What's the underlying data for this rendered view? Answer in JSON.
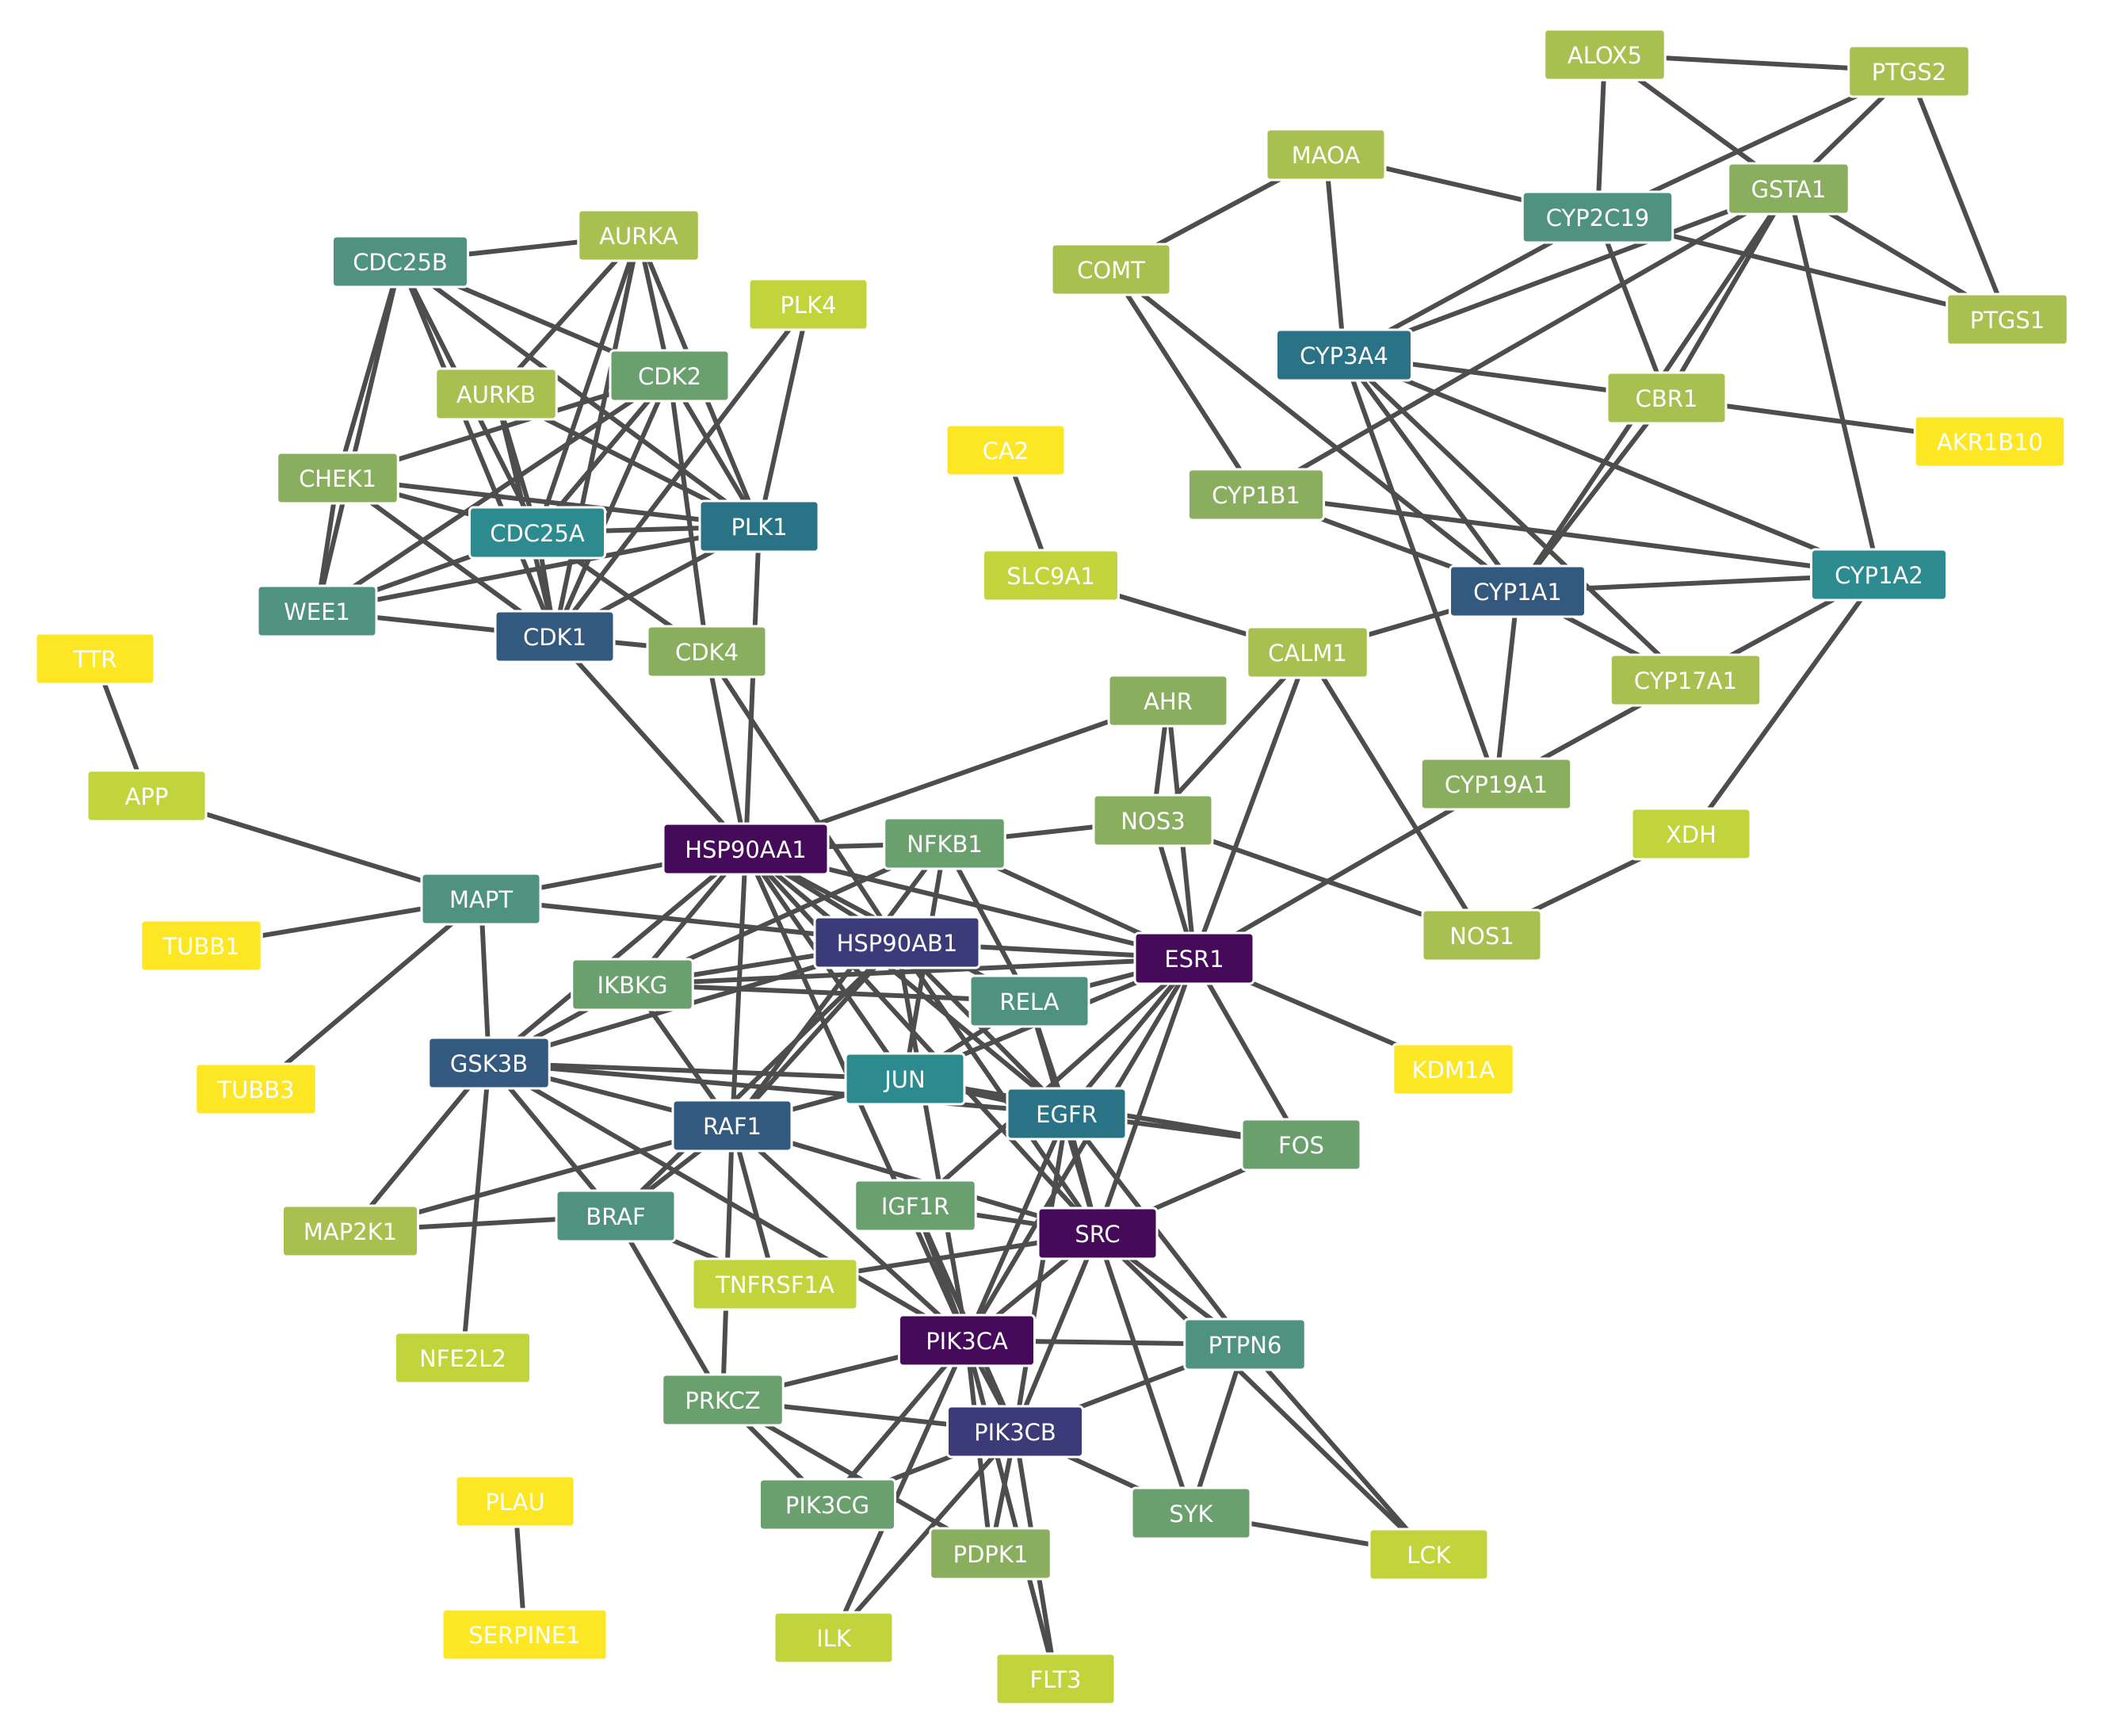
{
  "palette": {
    "edge": "#4d4d4d",
    "label": "#ffffff",
    "degree_scale": [
      "#fde725",
      "#dde318",
      "#c2d43c",
      "#a8c04f",
      "#88ae5e",
      "#6a9f6e",
      "#4f9280",
      "#2d8a8f",
      "#2a7386",
      "#33597e",
      "#3b3b7a",
      "#450a5a"
    ]
  },
  "nodes": [
    {
      "id": "ALOX5",
      "label": "ALOX5",
      "color": "#a8c04f"
    },
    {
      "id": "PTGS2",
      "label": "PTGS2",
      "color": "#a8c04f"
    },
    {
      "id": "MAOA",
      "label": "MAOA",
      "color": "#a8c04f"
    },
    {
      "id": "GSTA1",
      "label": "GSTA1",
      "color": "#88ae5e"
    },
    {
      "id": "CYP2C19",
      "label": "CYP2C19",
      "color": "#4f9280"
    },
    {
      "id": "COMT",
      "label": "COMT",
      "color": "#a8c04f"
    },
    {
      "id": "PTGS1",
      "label": "PTGS1",
      "color": "#a8c04f"
    },
    {
      "id": "CYP3A4",
      "label": "CYP3A4",
      "color": "#2a7386"
    },
    {
      "id": "CBR1",
      "label": "CBR1",
      "color": "#a8c04f"
    },
    {
      "id": "AKR1B10",
      "label": "AKR1B10",
      "color": "#fde725"
    },
    {
      "id": "CYP1B1",
      "label": "CYP1B1",
      "color": "#88ae5e"
    },
    {
      "id": "CYP1A2",
      "label": "CYP1A2",
      "color": "#2d8a8f"
    },
    {
      "id": "CYP1A1",
      "label": "CYP1A1",
      "color": "#33597e"
    },
    {
      "id": "CYP17A1",
      "label": "CYP17A1",
      "color": "#a8c04f"
    },
    {
      "id": "CALM1",
      "label": "CALM1",
      "color": "#a8c04f"
    },
    {
      "id": "CYP19A1",
      "label": "CYP19A1",
      "color": "#88ae5e"
    },
    {
      "id": "XDH",
      "label": "XDH",
      "color": "#c2d43c"
    },
    {
      "id": "NOS1",
      "label": "NOS1",
      "color": "#a8c04f"
    },
    {
      "id": "KDM1A",
      "label": "KDM1A",
      "color": "#fde725"
    },
    {
      "id": "CA2",
      "label": "CA2",
      "color": "#fde725"
    },
    {
      "id": "SLC9A1",
      "label": "SLC9A1",
      "color": "#c2d43c"
    },
    {
      "id": "AHR",
      "label": "AHR",
      "color": "#88ae5e"
    },
    {
      "id": "NOS3",
      "label": "NOS3",
      "color": "#88ae5e"
    },
    {
      "id": "CDC25B",
      "label": "CDC25B",
      "color": "#4f9280"
    },
    {
      "id": "AURKA",
      "label": "AURKA",
      "color": "#a8c04f"
    },
    {
      "id": "PLK4",
      "label": "PLK4",
      "color": "#c2d43c"
    },
    {
      "id": "AURKB",
      "label": "AURKB",
      "color": "#a8c04f"
    },
    {
      "id": "CDK2",
      "label": "CDK2",
      "color": "#6a9f6e"
    },
    {
      "id": "CHEK1",
      "label": "CHEK1",
      "color": "#88ae5e"
    },
    {
      "id": "CDC25A",
      "label": "CDC25A",
      "color": "#2d8a8f"
    },
    {
      "id": "PLK1",
      "label": "PLK1",
      "color": "#2a7386"
    },
    {
      "id": "WEE1",
      "label": "WEE1",
      "color": "#4f9280"
    },
    {
      "id": "CDK1",
      "label": "CDK1",
      "color": "#33597e"
    },
    {
      "id": "CDK4",
      "label": "CDK4",
      "color": "#88ae5e"
    },
    {
      "id": "TTR",
      "label": "TTR",
      "color": "#fde725"
    },
    {
      "id": "APP",
      "label": "APP",
      "color": "#c2d43c"
    },
    {
      "id": "HSP90AA1",
      "label": "HSP90AA1",
      "color": "#450a5a"
    },
    {
      "id": "NFKB1",
      "label": "NFKB1",
      "color": "#6a9f6e"
    },
    {
      "id": "MAPT",
      "label": "MAPT",
      "color": "#4f9280"
    },
    {
      "id": "TUBB1",
      "label": "TUBB1",
      "color": "#fde725"
    },
    {
      "id": "HSP90AB1",
      "label": "HSP90AB1",
      "color": "#3b3b7a"
    },
    {
      "id": "ESR1",
      "label": "ESR1",
      "color": "#450a5a"
    },
    {
      "id": "IKBKG",
      "label": "IKBKG",
      "color": "#6a9f6e"
    },
    {
      "id": "RELA",
      "label": "RELA",
      "color": "#4f9280"
    },
    {
      "id": "TUBB3",
      "label": "TUBB3",
      "color": "#fde725"
    },
    {
      "id": "GSK3B",
      "label": "GSK3B",
      "color": "#33597e"
    },
    {
      "id": "JUN",
      "label": "JUN",
      "color": "#2d8a8f"
    },
    {
      "id": "EGFR",
      "label": "EGFR",
      "color": "#2a7386"
    },
    {
      "id": "RAF1",
      "label": "RAF1",
      "color": "#33597e"
    },
    {
      "id": "FOS",
      "label": "FOS",
      "color": "#6a9f6e"
    },
    {
      "id": "MAP2K1",
      "label": "MAP2K1",
      "color": "#a8c04f"
    },
    {
      "id": "BRAF",
      "label": "BRAF",
      "color": "#4f9280"
    },
    {
      "id": "IGF1R",
      "label": "IGF1R",
      "color": "#6a9f6e"
    },
    {
      "id": "SRC",
      "label": "SRC",
      "color": "#450a5a"
    },
    {
      "id": "TNFRSF1A",
      "label": "TNFRSF1A",
      "color": "#c2d43c"
    },
    {
      "id": "NFE2L2",
      "label": "NFE2L2",
      "color": "#c2d43c"
    },
    {
      "id": "PIK3CA",
      "label": "PIK3CA",
      "color": "#450a5a"
    },
    {
      "id": "PTPN6",
      "label": "PTPN6",
      "color": "#4f9280"
    },
    {
      "id": "PRKCZ",
      "label": "PRKCZ",
      "color": "#6a9f6e"
    },
    {
      "id": "PIK3CB",
      "label": "PIK3CB",
      "color": "#3b3b7a"
    },
    {
      "id": "PLAU",
      "label": "PLAU",
      "color": "#fde725"
    },
    {
      "id": "PIK3CG",
      "label": "PIK3CG",
      "color": "#6a9f6e"
    },
    {
      "id": "SYK",
      "label": "SYK",
      "color": "#6a9f6e"
    },
    {
      "id": "PDPK1",
      "label": "PDPK1",
      "color": "#88ae5e"
    },
    {
      "id": "LCK",
      "label": "LCK",
      "color": "#c2d43c"
    },
    {
      "id": "SERPINE1",
      "label": "SERPINE1",
      "color": "#fde725"
    },
    {
      "id": "ILK",
      "label": "ILK",
      "color": "#c2d43c"
    },
    {
      "id": "FLT3",
      "label": "FLT3",
      "color": "#c2d43c"
    }
  ],
  "edges": [
    [
      "ALOX5",
      "PTGS2"
    ],
    [
      "ALOX5",
      "CYP2C19"
    ],
    [
      "ALOX5",
      "GSTA1"
    ],
    [
      "PTGS2",
      "PTGS1"
    ],
    [
      "PTGS2",
      "CYP2C19"
    ],
    [
      "PTGS2",
      "GSTA1"
    ],
    [
      "MAOA",
      "COMT"
    ],
    [
      "MAOA",
      "CYP2C19"
    ],
    [
      "MAOA",
      "CYP3A4"
    ],
    [
      "CYP2C19",
      "PTGS1"
    ],
    [
      "CYP2C19",
      "CBR1"
    ],
    [
      "CYP2C19",
      "CYP3A4"
    ],
    [
      "GSTA1",
      "PTGS1"
    ],
    [
      "GSTA1",
      "CYP3A4"
    ],
    [
      "GSTA1",
      "CYP1A2"
    ],
    [
      "GSTA1",
      "CYP1B1"
    ],
    [
      "GSTA1",
      "CYP1A1"
    ],
    [
      "GSTA1",
      "CBR1"
    ],
    [
      "COMT",
      "CYP1B1"
    ],
    [
      "COMT",
      "CYP1A1"
    ],
    [
      "CYP3A4",
      "CBR1"
    ],
    [
      "CYP3A4",
      "CYP1A1"
    ],
    [
      "CYP3A4",
      "CYP1A2"
    ],
    [
      "CYP3A4",
      "CYP19A1"
    ],
    [
      "CYP3A4",
      "CYP17A1"
    ],
    [
      "CBR1",
      "AKR1B10"
    ],
    [
      "CBR1",
      "CYP1A1"
    ],
    [
      "CYP1B1",
      "CYP1A1"
    ],
    [
      "CYP1B1",
      "CYP1A2"
    ],
    [
      "CYP1A1",
      "CYP1A2"
    ],
    [
      "CYP1A1",
      "CYP17A1"
    ],
    [
      "CYP1A1",
      "CYP19A1"
    ],
    [
      "CYP1A1",
      "CALM1"
    ],
    [
      "CYP1A2",
      "CYP17A1"
    ],
    [
      "CYP1A2",
      "XDH"
    ],
    [
      "CYP17A1",
      "CYP19A1"
    ],
    [
      "CYP19A1",
      "ESR1"
    ],
    [
      "XDH",
      "NOS1"
    ],
    [
      "CA2",
      "SLC9A1"
    ],
    [
      "SLC9A1",
      "CALM1"
    ],
    [
      "CALM1",
      "NOS3"
    ],
    [
      "CALM1",
      "NOS1"
    ],
    [
      "CALM1",
      "ESR1"
    ],
    [
      "AHR",
      "HSP90AA1"
    ],
    [
      "AHR",
      "NOS3"
    ],
    [
      "AHR",
      "ESR1"
    ],
    [
      "NOS3",
      "NFKB1"
    ],
    [
      "NOS3",
      "ESR1"
    ],
    [
      "NOS3",
      "NOS1"
    ],
    [
      "CDC25B",
      "AURKA"
    ],
    [
      "CDC25B",
      "CDK2"
    ],
    [
      "CDC25B",
      "CDC25A"
    ],
    [
      "CDC25B",
      "CDK1"
    ],
    [
      "CDC25B",
      "WEE1"
    ],
    [
      "CDC25B",
      "CHEK1"
    ],
    [
      "CDC25B",
      "PLK1"
    ],
    [
      "AURKA",
      "AURKB"
    ],
    [
      "AURKA",
      "CDK2"
    ],
    [
      "AURKA",
      "CDC25A"
    ],
    [
      "AURKA",
      "CDK1"
    ],
    [
      "AURKA",
      "PLK1"
    ],
    [
      "PLK4",
      "PLK1"
    ],
    [
      "PLK4",
      "CDK1"
    ],
    [
      "AURKB",
      "CDC25A"
    ],
    [
      "AURKB",
      "CDK1"
    ],
    [
      "AURKB",
      "PLK1"
    ],
    [
      "CDK2",
      "CDC25A"
    ],
    [
      "CDK2",
      "CDK1"
    ],
    [
      "CDK2",
      "PLK1"
    ],
    [
      "CDK2",
      "WEE1"
    ],
    [
      "CDK2",
      "CDK4"
    ],
    [
      "CDK2",
      "CHEK1"
    ],
    [
      "CHEK1",
      "CDC25A"
    ],
    [
      "CHEK1",
      "CDK1"
    ],
    [
      "CHEK1",
      "WEE1"
    ],
    [
      "CHEK1",
      "PLK1"
    ],
    [
      "CDC25A",
      "PLK1"
    ],
    [
      "CDC25A",
      "CDK1"
    ],
    [
      "CDC25A",
      "WEE1"
    ],
    [
      "CDC25A",
      "CDK4"
    ],
    [
      "CDC25A",
      "CDK2"
    ],
    [
      "PLK1",
      "CDK1"
    ],
    [
      "PLK1",
      "WEE1"
    ],
    [
      "PLK1",
      "HSP90AA1"
    ],
    [
      "WEE1",
      "CDK1"
    ],
    [
      "CDK1",
      "HSP90AA1"
    ],
    [
      "CDK1",
      "CDK4"
    ],
    [
      "CDK4",
      "HSP90AA1"
    ],
    [
      "CDK4",
      "HSP90AB1"
    ],
    [
      "TTR",
      "APP"
    ],
    [
      "APP",
      "MAPT"
    ],
    [
      "MAPT",
      "TUBB1"
    ],
    [
      "MAPT",
      "TUBB3"
    ],
    [
      "MAPT",
      "HSP90AA1"
    ],
    [
      "MAPT",
      "GSK3B"
    ],
    [
      "MAPT",
      "HSP90AB1"
    ],
    [
      "HSP90AA1",
      "NFKB1"
    ],
    [
      "HSP90AA1",
      "HSP90AB1"
    ],
    [
      "HSP90AA1",
      "ESR1"
    ],
    [
      "HSP90AA1",
      "IKBKG"
    ],
    [
      "HSP90AA1",
      "GSK3B"
    ],
    [
      "HSP90AA1",
      "RAF1"
    ],
    [
      "HSP90AA1",
      "JUN"
    ],
    [
      "HSP90AA1",
      "EGFR"
    ],
    [
      "HSP90AA1",
      "SRC"
    ],
    [
      "HSP90AA1",
      "PIK3CA"
    ],
    [
      "HSP90AA1",
      "RELA"
    ],
    [
      "NFKB1",
      "RELA"
    ],
    [
      "NFKB1",
      "IKBKG"
    ],
    [
      "NFKB1",
      "ESR1"
    ],
    [
      "NFKB1",
      "JUN"
    ],
    [
      "NFKB1",
      "RAF1"
    ],
    [
      "HSP90AB1",
      "IKBKG"
    ],
    [
      "HSP90AB1",
      "RAF1"
    ],
    [
      "HSP90AB1",
      "GSK3B"
    ],
    [
      "HSP90AB1",
      "ESR1"
    ],
    [
      "HSP90AB1",
      "EGFR"
    ],
    [
      "HSP90AB1",
      "SRC"
    ],
    [
      "HSP90AB1",
      "PIK3CA"
    ],
    [
      "HSP90AB1",
      "BRAF"
    ],
    [
      "ESR1",
      "RELA"
    ],
    [
      "ESR1",
      "IKBKG"
    ],
    [
      "ESR1",
      "JUN"
    ],
    [
      "ESR1",
      "EGFR"
    ],
    [
      "ESR1",
      "FOS"
    ],
    [
      "ESR1",
      "SRC"
    ],
    [
      "ESR1",
      "PIK3CA"
    ],
    [
      "ESR1",
      "KDM1A"
    ],
    [
      "ESR1",
      "IGF1R"
    ],
    [
      "IKBKG",
      "RELA"
    ],
    [
      "IKBKG",
      "GSK3B"
    ],
    [
      "IKBKG",
      "RAF1"
    ],
    [
      "RELA",
      "JUN"
    ],
    [
      "RELA",
      "EGFR"
    ],
    [
      "RELA",
      "SRC"
    ],
    [
      "GSK3B",
      "JUN"
    ],
    [
      "GSK3B",
      "RAF1"
    ],
    [
      "GSK3B",
      "BRAF"
    ],
    [
      "GSK3B",
      "MAP2K1"
    ],
    [
      "GSK3B",
      "NFE2L2"
    ],
    [
      "GSK3B",
      "EGFR"
    ],
    [
      "GSK3B",
      "PIK3CA"
    ],
    [
      "JUN",
      "EGFR"
    ],
    [
      "JUN",
      "FOS"
    ],
    [
      "JUN",
      "RAF1"
    ],
    [
      "EGFR",
      "SRC"
    ],
    [
      "EGFR",
      "FOS"
    ],
    [
      "EGFR",
      "PIK3CA"
    ],
    [
      "EGFR",
      "PIK3CB"
    ],
    [
      "EGFR",
      "PTPN6"
    ],
    [
      "RAF1",
      "BRAF"
    ],
    [
      "RAF1",
      "MAP2K1"
    ],
    [
      "RAF1",
      "SRC"
    ],
    [
      "RAF1",
      "PIK3CA"
    ],
    [
      "RAF1",
      "TNFRSF1A"
    ],
    [
      "RAF1",
      "PRKCZ"
    ],
    [
      "BRAF",
      "MAP2K1"
    ],
    [
      "BRAF",
      "PRKCZ"
    ],
    [
      "BRAF",
      "TNFRSF1A"
    ],
    [
      "IGF1R",
      "SRC"
    ],
    [
      "IGF1R",
      "PIK3CA"
    ],
    [
      "IGF1R",
      "PIK3CB"
    ],
    [
      "SRC",
      "PTPN6"
    ],
    [
      "SRC",
      "PIK3CA"
    ],
    [
      "SRC",
      "PIK3CB"
    ],
    [
      "SRC",
      "SYK"
    ],
    [
      "SRC",
      "LCK"
    ],
    [
      "SRC",
      "FOS"
    ],
    [
      "SRC",
      "TNFRSF1A"
    ],
    [
      "PIK3CA",
      "PTPN6"
    ],
    [
      "PIK3CA",
      "PRKCZ"
    ],
    [
      "PIK3CA",
      "PIK3CB"
    ],
    [
      "PIK3CA",
      "PIK3CG"
    ],
    [
      "PIK3CA",
      "PDPK1"
    ],
    [
      "PIK3CA",
      "ILK"
    ],
    [
      "PIK3CA",
      "FLT3"
    ],
    [
      "PTPN6",
      "SYK"
    ],
    [
      "PTPN6",
      "LCK"
    ],
    [
      "PTPN6",
      "PIK3CB"
    ],
    [
      "PRKCZ",
      "PIK3CB"
    ],
    [
      "PRKCZ",
      "PDPK1"
    ],
    [
      "PRKCZ",
      "PIK3CG"
    ],
    [
      "PIK3CB",
      "PIK3CG"
    ],
    [
      "PIK3CB",
      "PDPK1"
    ],
    [
      "PIK3CB",
      "SYK"
    ],
    [
      "PIK3CB",
      "FLT3"
    ],
    [
      "PIK3CB",
      "ILK"
    ],
    [
      "SYK",
      "LCK"
    ],
    [
      "PLAU",
      "SERPINE1"
    ]
  ]
}
